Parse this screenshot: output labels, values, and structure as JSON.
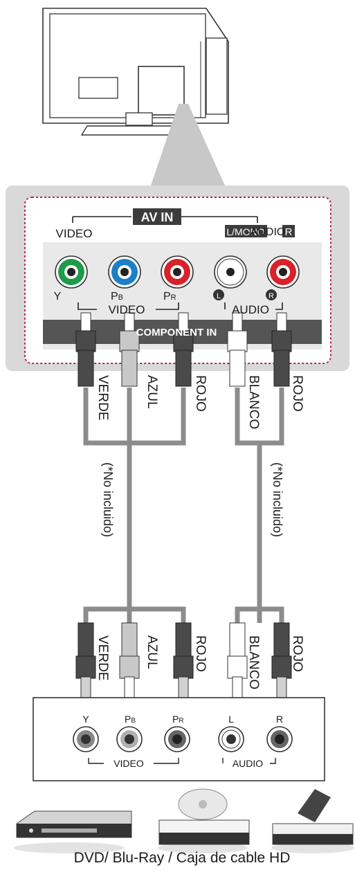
{
  "panel": {
    "av_in": "AV IN",
    "video": "VIDEO",
    "l_mono": "L/MONO",
    "audio": "-AUDIO-",
    "r": "R",
    "jack_labels": {
      "y": "Y",
      "pb_main": "P",
      "pb_sub": "B",
      "pr_main": "P",
      "pr_sub": "R",
      "l": "L",
      "r": "R"
    },
    "group_video": "VIDEO",
    "group_audio": "AUDIO",
    "component_in": "COMPONENT IN"
  },
  "cables": {
    "upper": [
      "VERDE",
      "AZUL",
      "ROJO",
      "BLANCO",
      "ROJO"
    ],
    "lower": [
      "VERDE",
      "AZUL",
      "ROJO",
      "BLANCO",
      "ROJO"
    ],
    "not_included_left": "(*No incluido)",
    "not_included_right": "(*No incluido)"
  },
  "device_panel": {
    "y": "Y",
    "pb_main": "P",
    "pb_sub": "B",
    "pr_main": "P",
    "pr_sub": "R",
    "l": "L",
    "r": "R",
    "video": "VIDEO",
    "audio": "AUDIO"
  },
  "caption": "DVD/ Blu-Ray / Caja de cable HD",
  "colors": {
    "green": "#1f9a4a",
    "blue": "#1b80c8",
    "red": "#d8222b",
    "panel_gray": "#d9d9d9",
    "dark": "#4a4a4a",
    "cable_gray": "#8c8c8c",
    "dashed_border": "#b3265a"
  }
}
